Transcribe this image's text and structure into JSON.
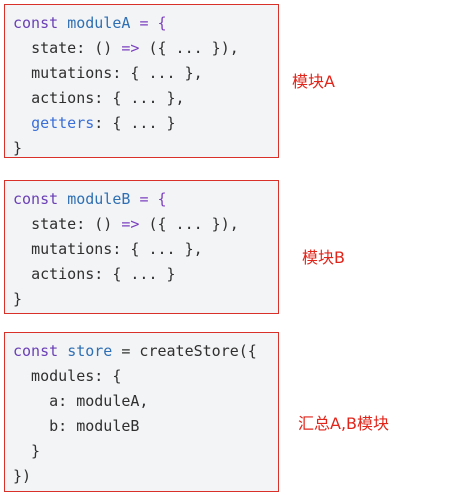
{
  "blocks": [
    {
      "kw": "const",
      "var": "moduleA",
      "rest": "= {",
      "lines": [
        {
          "key": "state",
          "colon": ":",
          "sp": " ",
          "fn": "()",
          "arrow": "=>",
          "val": "({ ... }),"
        },
        {
          "key": "mutations",
          "val": "{ ... },"
        },
        {
          "key": "actions",
          "val": "{ ... },"
        },
        {
          "key": "getters",
          "val": "{ ... }"
        }
      ],
      "close": "}",
      "label": "模块A"
    },
    {
      "kw": "const",
      "var": "moduleB",
      "rest": "= {",
      "lines": [
        {
          "key": "state",
          "fn": "()",
          "arrow": "=>",
          "val": "({ ... }),"
        },
        {
          "key": "mutations",
          "val": "{ ... },"
        },
        {
          "key": "actions",
          "val": "{ ... }"
        }
      ],
      "close": "}",
      "label": "模块B"
    },
    {
      "kw": "const",
      "var": "store",
      "rest": "= createStore({",
      "lines": [
        {
          "text": "  modules: {"
        },
        {
          "text": "    a: moduleA,"
        },
        {
          "text": "    b: moduleB"
        },
        {
          "text": "  }"
        }
      ],
      "close": "})",
      "label": "汇总A,B模块"
    }
  ],
  "colors": {
    "border": "#d9302a",
    "label": "#e1251b",
    "keyword": "#6a3fb5",
    "variable": "#2f6fb3",
    "getters": "#3a6fd8",
    "background": "#f3f4f6"
  }
}
